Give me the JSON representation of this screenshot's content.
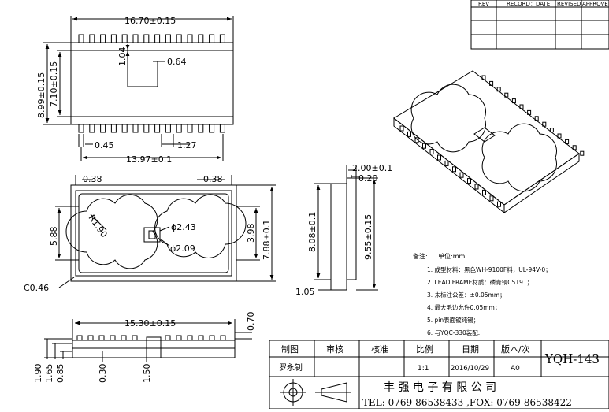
{
  "top_view": {
    "dim_width": "16.70±0.15",
    "dim_height_outer": "8.99±0.15",
    "dim_height_inner": "7.10±0.15",
    "dim_lead_len": "1.04",
    "dim_lead_width": "0.64",
    "dim_pin_width": "0.45",
    "dim_pitch": "1.27",
    "dim_span": "13.97±0.1"
  },
  "middle_view": {
    "dim_wall_left": "0.38",
    "dim_wall_right": "0.38",
    "dim_pocket_height": "5.88",
    "dim_radius": "R1.90",
    "dim_hole_outer": "ϕ2.43",
    "dim_hole_inner": "ϕ2.09",
    "dim_inner_h": "3.98",
    "dim_outer_h": "7.88±0.1",
    "dim_chamfer": "C0.46"
  },
  "side_view": {
    "dim_top_width": "2.00±0.1",
    "dim_thickness": "0.20",
    "dim_height": "8.08±0.1",
    "dim_total": "9.55±0.15",
    "dim_foot": "1.05"
  },
  "bottom_view": {
    "dim_length": "15.30±0.15",
    "dim_right": "0.70",
    "dim_h1": "1.90",
    "dim_h2": "1.65",
    "dim_h3": "0.85",
    "dim_h4": "0.30",
    "dim_h5": "1.50"
  },
  "revision_table": {
    "headers": [
      "REV",
      "RECORD：DATE",
      "REVISED",
      "APPROVED"
    ]
  },
  "notes": {
    "heading": "备注:",
    "unit": "单位:mm",
    "items": [
      "1.  成型材料：黑色WH-9100F料，UL-94V-0；",
      "2.  LEAD FRAME材质：磷青铜C5191；",
      "3.  未标注公差：±0.05mm；",
      "4.  最大毛边允许0.05mm；",
      "5.  pin表面镀纯锡；",
      "6.  与YQC-330装配."
    ]
  },
  "title_block": {
    "h_draw": "制图",
    "h_review": "审核",
    "h_approve": "核准",
    "h_scale": "比例",
    "h_date": "日期",
    "h_version": "版本/次",
    "drawer": "罗永钊",
    "scale": "1:1",
    "date": "2016/10/29",
    "version": "A0",
    "part_no": "YQH-143",
    "company": "丰 强 电 子 有 限 公 司",
    "contact": "TEL: 0769-86538433 ,FOX: 0769-86538422"
  }
}
